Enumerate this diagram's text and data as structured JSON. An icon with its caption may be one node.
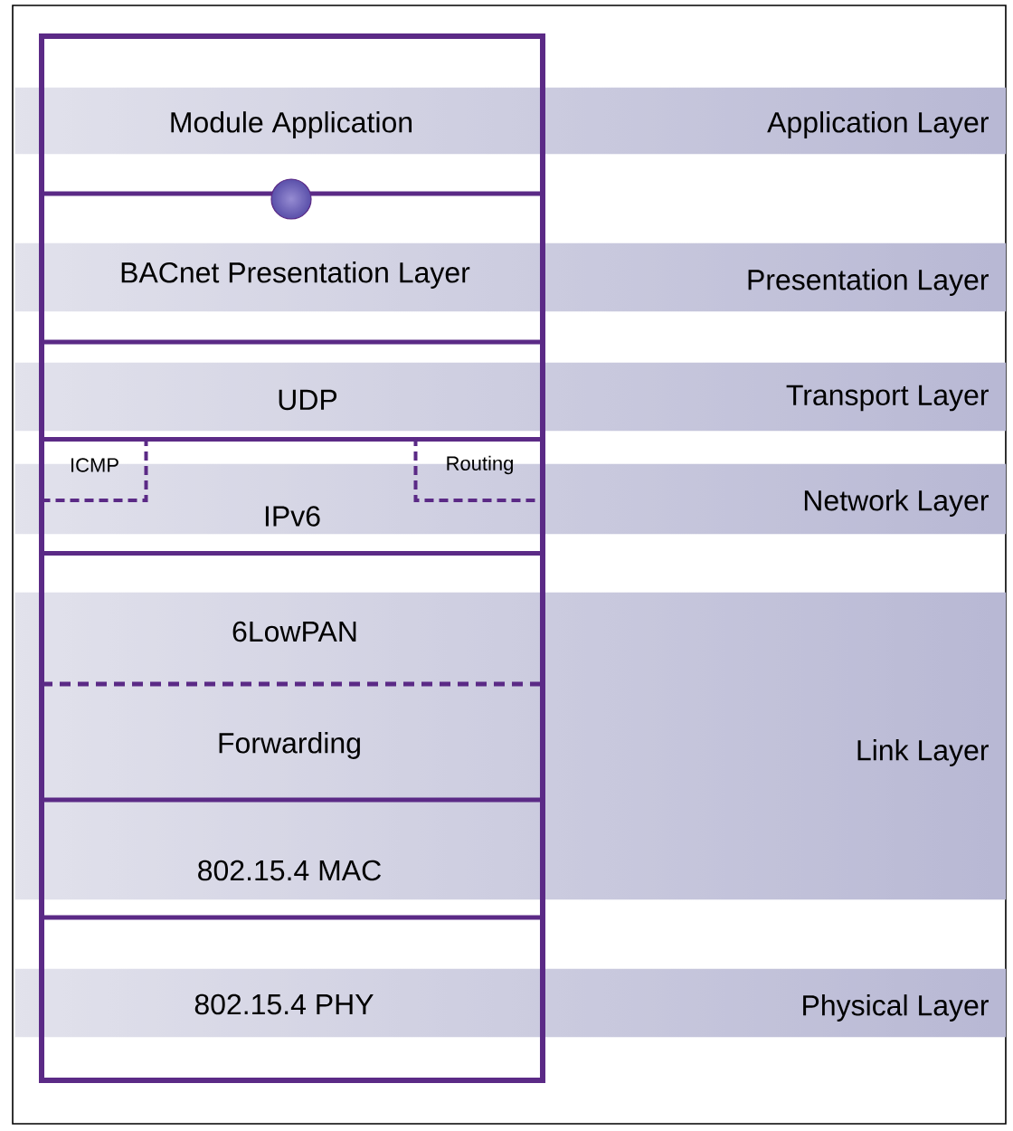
{
  "diagram": {
    "nodes": [
      {
        "text": [
          "Module Application"
        ]
      },
      {
        "text": [
          "BACnet Presentation Layer"
        ]
      },
      {
        "text": [
          "UDP"
        ]
      },
      {
        "text": [
          "IPv6"
        ]
      },
      {
        "text": [
          "ICMP"
        ],
        "in": 3
      },
      {
        "text": [
          "Routing"
        ],
        "in": 3
      },
      {
        "text": [
          "6LowPAN"
        ]
      },
      {
        "text": [
          "Forwarding"
        ]
      },
      {
        "text": [
          "802.15.4 MAC"
        ]
      },
      {
        "text": [
          "802.15.4 PHY"
        ]
      },
      {
        "text": [
          "Application Layer"
        ]
      },
      {
        "text": [
          "Presentation Layer"
        ]
      },
      {
        "text": [
          "Transport Layer"
        ]
      },
      {
        "text": [
          "Network Layer"
        ]
      },
      {
        "text": [
          "Link Layer"
        ]
      },
      {
        "text": [
          "Physical Layer"
        ]
      }
    ]
  }
}
